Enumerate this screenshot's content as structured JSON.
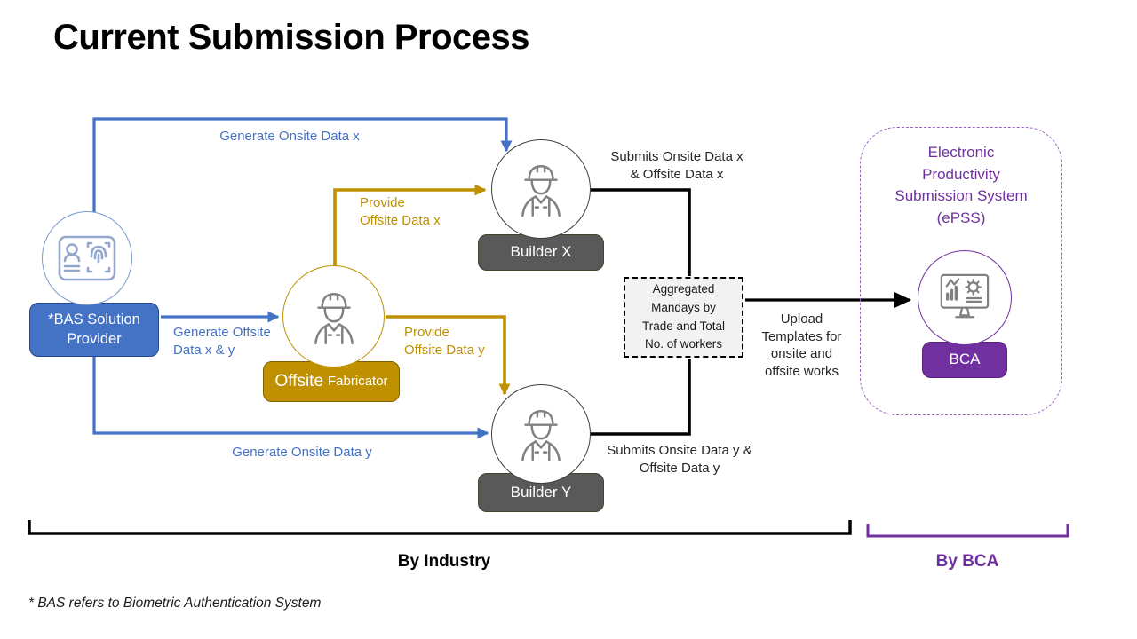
{
  "slide": {
    "title": "Current Submission Process",
    "footnote": "* BAS refers to Biometric Authentication System"
  },
  "palette": {
    "blue": "#4472C4",
    "gold": "#BF9000",
    "dark_gray": "#595959",
    "purple": "#7030A0",
    "black": "#000000",
    "aggregate_fill": "#F2F2F2"
  },
  "nodes": {
    "bas_provider": {
      "label_line1": "*BAS Solution",
      "label_line2": "Provider",
      "icon": "id-card-fingerprint-icon"
    },
    "offsite_fabricator": {
      "label_primary": "Offsite",
      "label_secondary": "Fabricator",
      "icon": "construction-worker-icon"
    },
    "builder_x": {
      "label": "Builder X",
      "icon": "construction-worker-icon"
    },
    "builder_y": {
      "label": "Builder Y",
      "icon": "construction-worker-icon"
    },
    "aggregated_mandays": {
      "lines": [
        "Aggregated",
        "Mandays by",
        "Trade and Total",
        "No. of workers"
      ]
    },
    "epss": {
      "title_lines": [
        "Electronic",
        "Productivity",
        "Submission System",
        "(ePSS)"
      ],
      "owner_label": "BCA",
      "icon": "analytics-monitor-icon"
    }
  },
  "edges": {
    "generate_onsite_x": {
      "label": "Generate Onsite Data x"
    },
    "generate_offsite_xy": {
      "lines": [
        "Generate Offsite",
        "Data x & y"
      ]
    },
    "provide_offsite_x": {
      "lines": [
        "Provide",
        "Offsite Data x"
      ]
    },
    "provide_offsite_y": {
      "lines": [
        "Provide",
        "Offsite Data y"
      ]
    },
    "generate_onsite_y": {
      "label": "Generate Onsite Data y"
    },
    "submits_x": {
      "lines": [
        "Submits Onsite Data x",
        "& Offsite Data x"
      ]
    },
    "submits_y": {
      "lines": [
        "Submits Onsite Data y &",
        "Offsite Data y"
      ]
    },
    "upload_templates": {
      "lines": [
        "Upload",
        "Templates for",
        "onsite and",
        "offsite works"
      ]
    }
  },
  "groups": {
    "industry": "By Industry",
    "bca": "By BCA"
  }
}
